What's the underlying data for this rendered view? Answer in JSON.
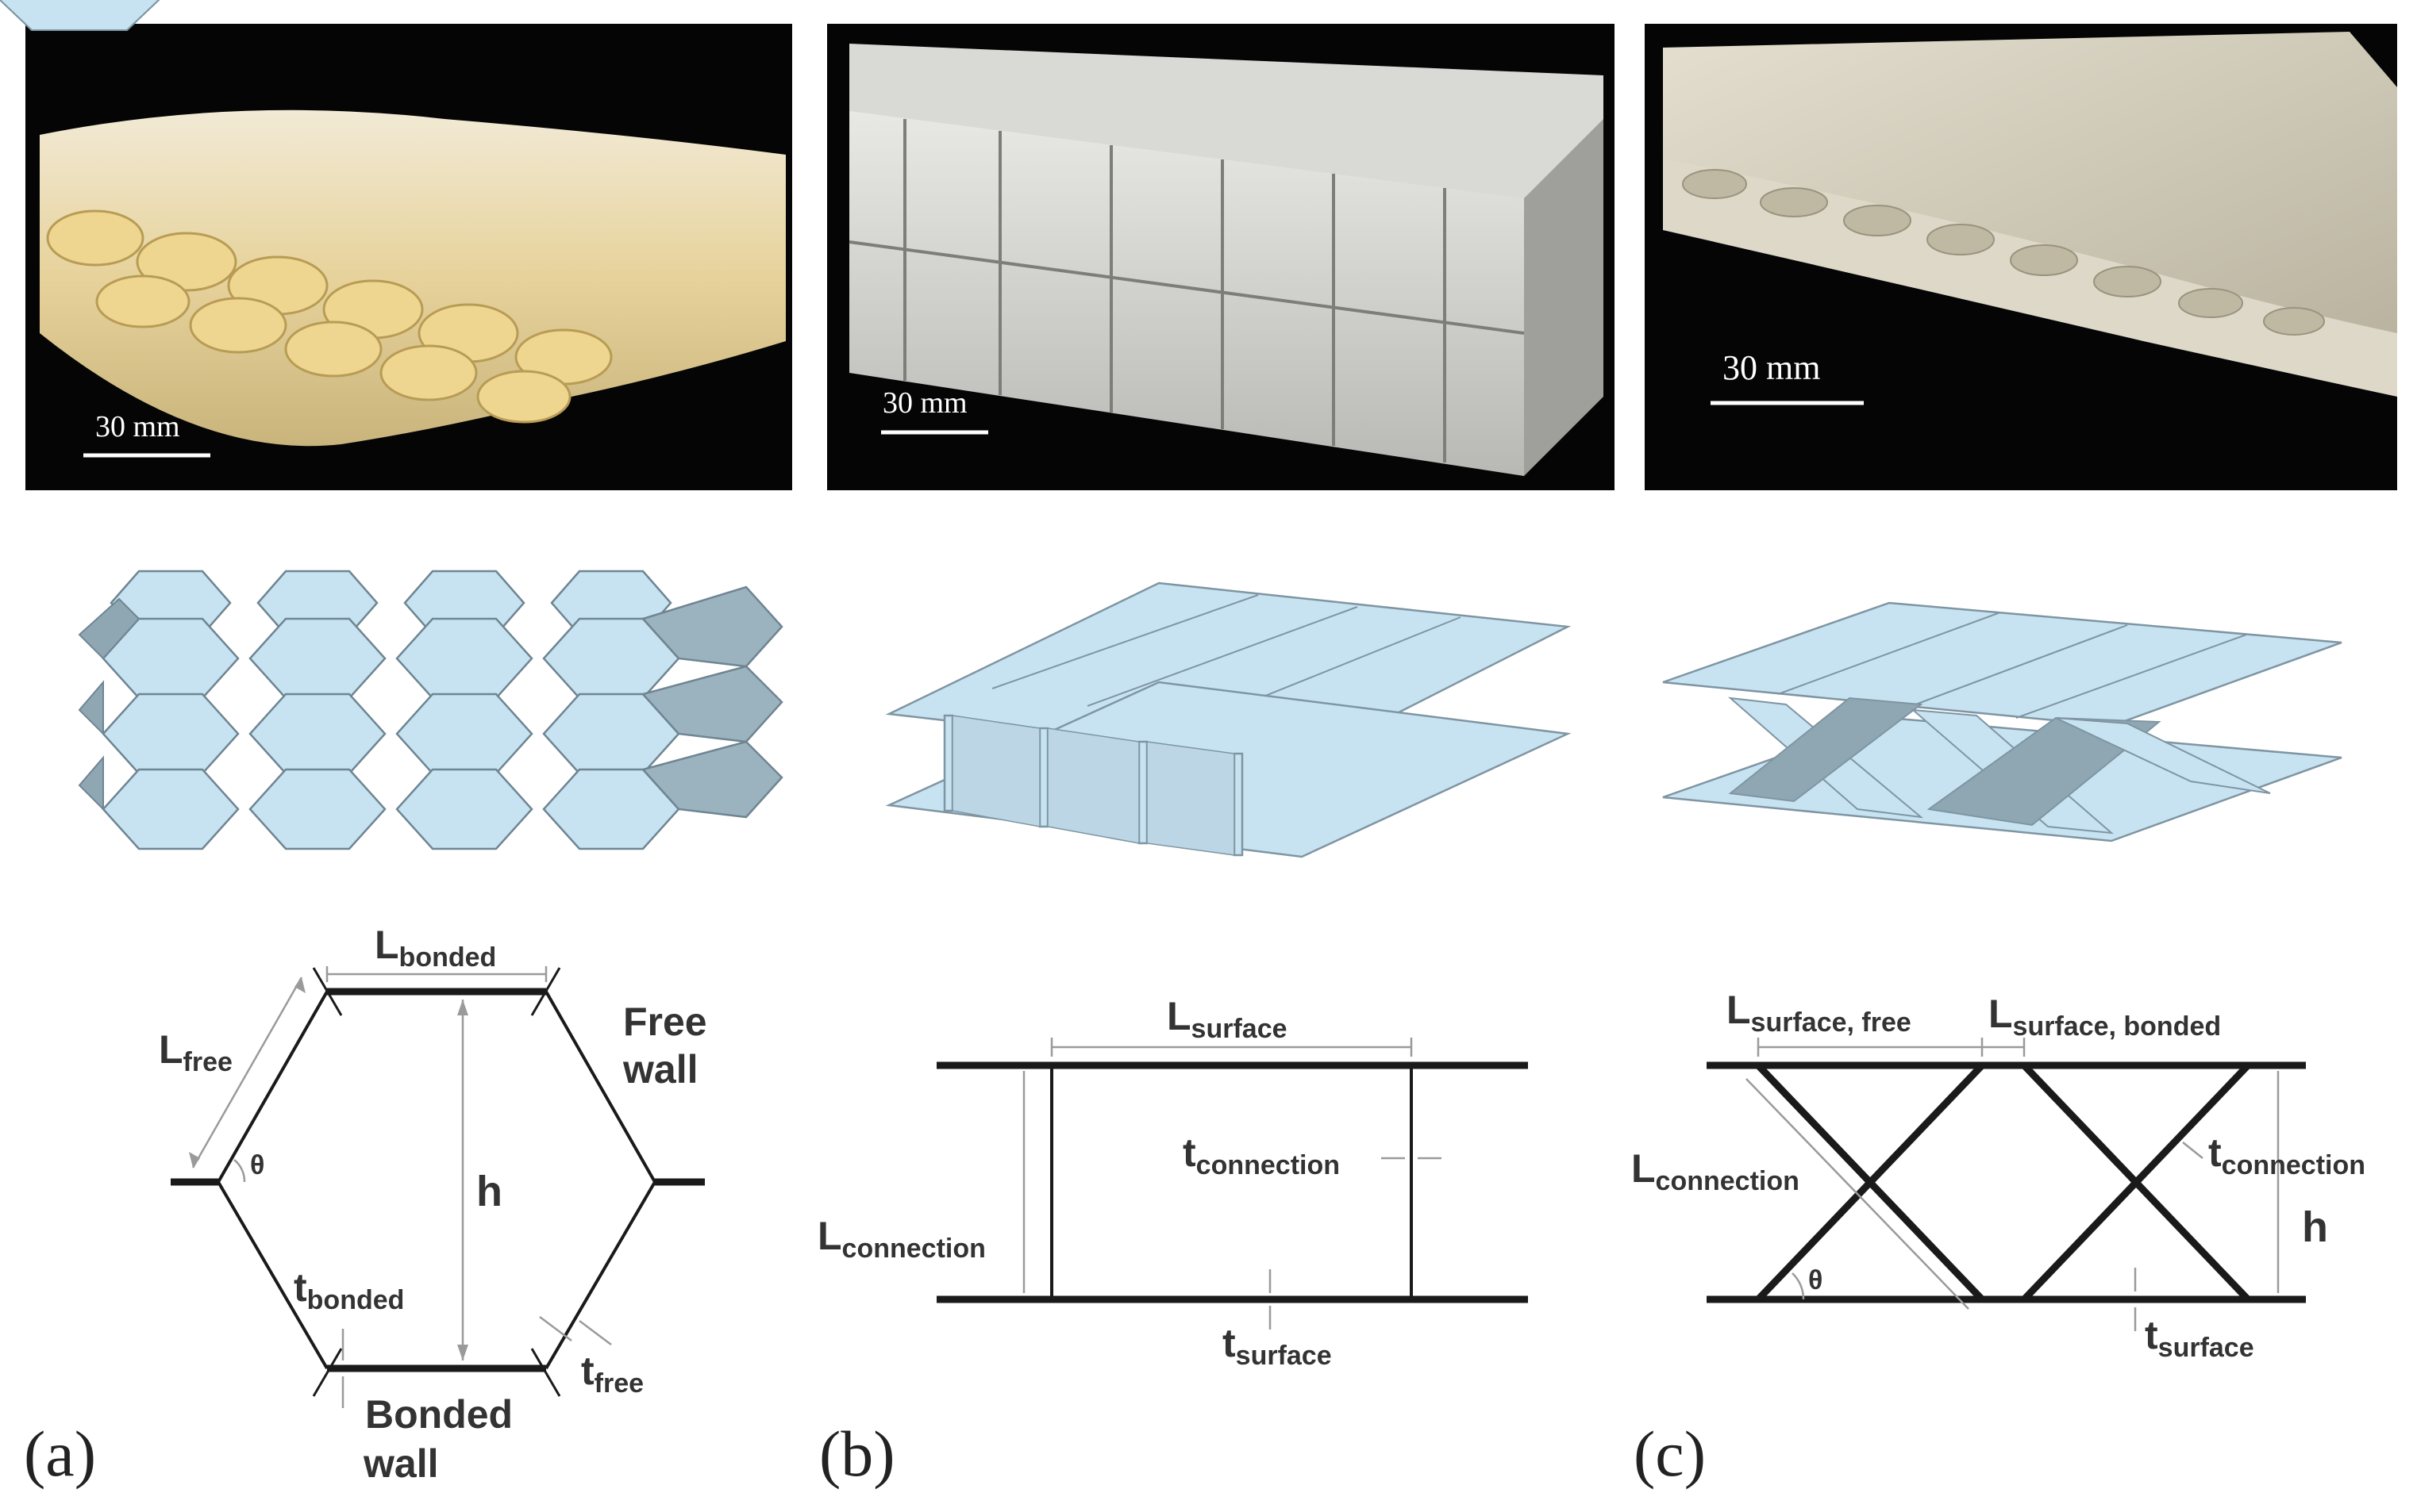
{
  "photos": {
    "scale_a": "30 mm",
    "scale_b": "30 mm",
    "scale_c": "30 mm"
  },
  "panel_a": {
    "panel_label": "(a)",
    "L": "L",
    "L_bonded_sub": "bonded",
    "L_free_sub": "free",
    "free_wall_1": "Free",
    "free_wall_2": "wall",
    "theta": "θ",
    "h": "h",
    "t": "t",
    "t_bonded_sub": "bonded",
    "t_free_sub": "free",
    "bonded_wall_1": "Bonded",
    "bonded_wall_2": "wall"
  },
  "panel_b": {
    "panel_label": "(b)",
    "L": "L",
    "L_surface_sub": "surface",
    "t": "t",
    "t_connection_sub": "connection",
    "L_connection_sub": "connection",
    "t_surface_sub": "surface"
  },
  "panel_c": {
    "panel_label": "(c)",
    "L": "L",
    "L_surface_free_sub": "surface, free",
    "L_surface_bonded_sub": "surface, bonded",
    "t": "t",
    "t_connection_sub": "connection",
    "L_connection_sub": "connection",
    "h": "h",
    "theta": "θ",
    "t_surface_sub": "surface"
  },
  "colors": {
    "background": "#ffffff",
    "photo_bg": "#050505",
    "model_face": "#c7e3f2",
    "model_shade": "#8fa6b3",
    "line": "#1a1a1a",
    "dimension": "#9a9a9a"
  }
}
